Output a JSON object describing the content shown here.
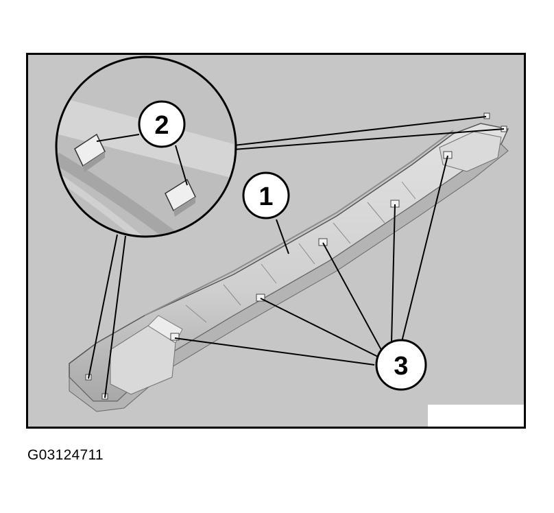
{
  "figure": {
    "id_label": "G03124711",
    "callouts": [
      "1",
      "2",
      "3"
    ]
  },
  "colors": {
    "background_gray": "#c6c6c6",
    "part_light": "#dcdcdc",
    "part_shadow": "#a9a9a9",
    "outline": "#000000",
    "callout_fill": "#ffffff"
  }
}
